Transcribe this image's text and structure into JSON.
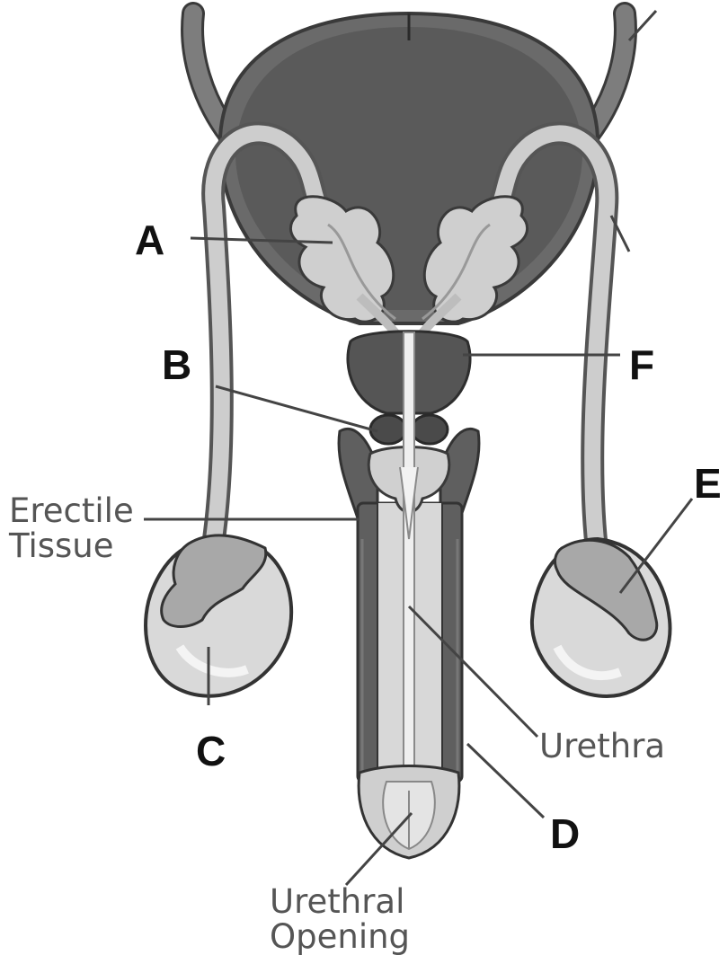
{
  "labels": {
    "A": "A",
    "B": "B",
    "C": "C",
    "D": "D",
    "E": "E",
    "F": "F"
  },
  "text_labels": {
    "erectile_line1": "Erectile",
    "erectile_line2": "Tissue",
    "urethra": "Urethra",
    "urethral_line1": "Urethral",
    "urethral_line2": "Opening"
  },
  "colors": {
    "dark_tissue": "#5f5f5f",
    "mid_tissue": "#8a8a8a",
    "light_tissue": "#cfcfcf",
    "pale_tissue": "#e6e6e6",
    "outline": "#3a3a3a",
    "leader_line": "#444444"
  }
}
